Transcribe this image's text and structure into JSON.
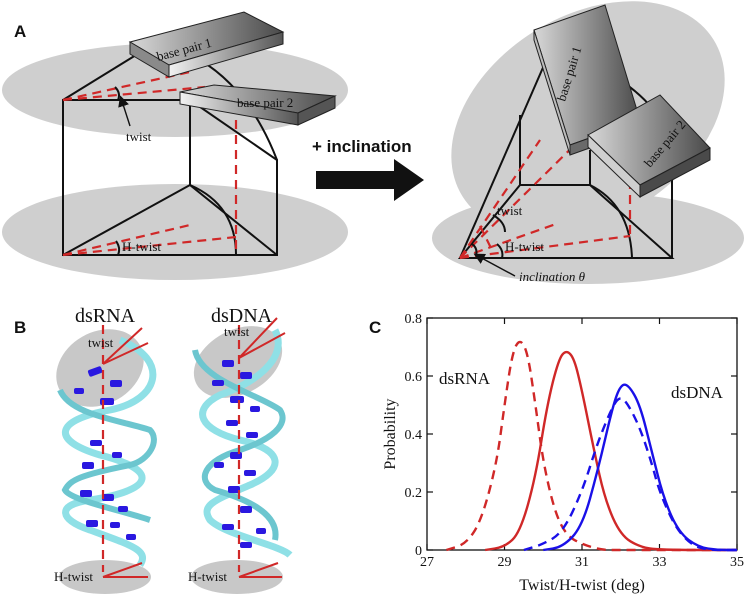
{
  "panels": {
    "a": {
      "letter": "A"
    },
    "b": {
      "letter": "B"
    },
    "c": {
      "letter": "C"
    }
  },
  "diagram_a": {
    "base_pair_1": "base pair 1",
    "base_pair_2": "base pair 2",
    "twist": "twist",
    "h_twist": "H-twist",
    "arrow_label": "+ inclination",
    "inclination": "inclination θ"
  },
  "diagram_b": {
    "dsrna_title": "dsRNA",
    "dsdna_title": "dsDNA",
    "twist": "twist",
    "h_twist": "H-twist",
    "colors": {
      "backbone": "#8fe0e6",
      "base": "#2a18e0",
      "axis": "#d02828"
    }
  },
  "chart_data": {
    "type": "line",
    "xlabel": "Twist/H-twist (deg)",
    "ylabel": "Probability",
    "xlim": [
      27,
      35
    ],
    "ylim": [
      0,
      0.8
    ],
    "xticks": [
      "27",
      "29",
      "31",
      "33",
      "35"
    ],
    "yticks": [
      "0",
      "0.2",
      "0.4",
      "0.6",
      "0.8"
    ],
    "annotations": [
      "dsRNA",
      "dsDNA"
    ],
    "colors": {
      "dsRNA": "#d02828",
      "dsDNA": "#1a10e8"
    },
    "series": [
      {
        "x": [
          27.5,
          28.0,
          28.4,
          28.8,
          29.0,
          29.2,
          29.4,
          29.6,
          29.8,
          30.0,
          30.3,
          30.6,
          31.0,
          31.5,
          32.0,
          33.0,
          35.0
        ],
        "y": [
          0.0,
          0.02,
          0.1,
          0.3,
          0.5,
          0.68,
          0.73,
          0.68,
          0.5,
          0.3,
          0.13,
          0.05,
          0.02,
          0.0,
          0.0,
          0.0,
          0.0
        ],
        "style": "dashed",
        "group": "dsRNA"
      },
      {
        "x": [
          28.5,
          29.0,
          29.4,
          29.8,
          30.1,
          30.4,
          30.6,
          30.8,
          31.0,
          31.3,
          31.6,
          32.0,
          32.5,
          33.0,
          35.0
        ],
        "y": [
          0.0,
          0.01,
          0.06,
          0.25,
          0.5,
          0.66,
          0.69,
          0.66,
          0.55,
          0.35,
          0.17,
          0.05,
          0.01,
          0.0,
          0.0
        ],
        "style": "solid",
        "group": "dsRNA"
      },
      {
        "x": [
          29.5,
          30.0,
          30.5,
          31.0,
          31.4,
          31.8,
          32.0,
          32.2,
          32.5,
          32.8,
          33.0,
          33.4,
          33.8,
          34.2,
          35.0
        ],
        "y": [
          0.0,
          0.02,
          0.06,
          0.2,
          0.37,
          0.5,
          0.53,
          0.5,
          0.42,
          0.3,
          0.2,
          0.08,
          0.02,
          0.0,
          0.0
        ],
        "style": "dashed",
        "group": "dsDNA"
      },
      {
        "x": [
          30.0,
          30.5,
          31.0,
          31.4,
          31.8,
          32.0,
          32.2,
          32.5,
          32.8,
          33.1,
          33.5,
          34.0,
          34.5,
          35.0
        ],
        "y": [
          0.0,
          0.01,
          0.08,
          0.27,
          0.5,
          0.57,
          0.57,
          0.5,
          0.34,
          0.18,
          0.06,
          0.01,
          0.0,
          0.0
        ],
        "style": "solid",
        "group": "dsDNA"
      }
    ]
  }
}
